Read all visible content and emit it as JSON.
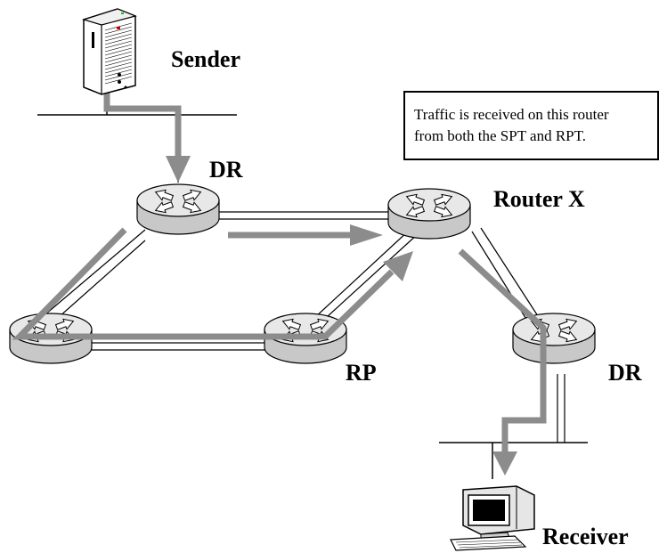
{
  "labels": {
    "sender": "Sender",
    "dr_top": "DR",
    "router_x": "Router X",
    "rp": "RP",
    "dr_right": "DR",
    "receiver": "Receiver"
  },
  "note": {
    "line1": "Traffic is received on this router",
    "line2": "from both the SPT and RPT."
  },
  "colors": {
    "flow_arrow": "#8c8c8c",
    "link_line": "#000000",
    "router_fill": "#d4d4d4",
    "router_top": "#e6e6e6"
  },
  "icons": [
    "server-icon",
    "router-icon",
    "workstation-icon"
  ]
}
